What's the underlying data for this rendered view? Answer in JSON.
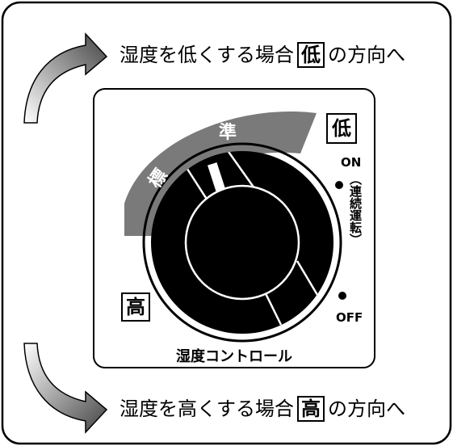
{
  "instructions": {
    "lower": {
      "before": "湿度を低くする場合",
      "key": "低",
      "after": "の方向へ"
    },
    "higher": {
      "before": "湿度を高くする場合",
      "key": "高",
      "after": "の方向へ"
    }
  },
  "panel": {
    "title": "湿度コントロール",
    "low_label": "低",
    "high_label": "高",
    "band_label_left": "標",
    "band_label_right": "準",
    "on_label": "ON",
    "on_note": "（連続運転）",
    "off_label": "OFF"
  },
  "colors": {
    "band": "#7a7a7a",
    "knob": "#000000",
    "arrow_dark": "#444444",
    "arrow_light": "#ffffff"
  }
}
